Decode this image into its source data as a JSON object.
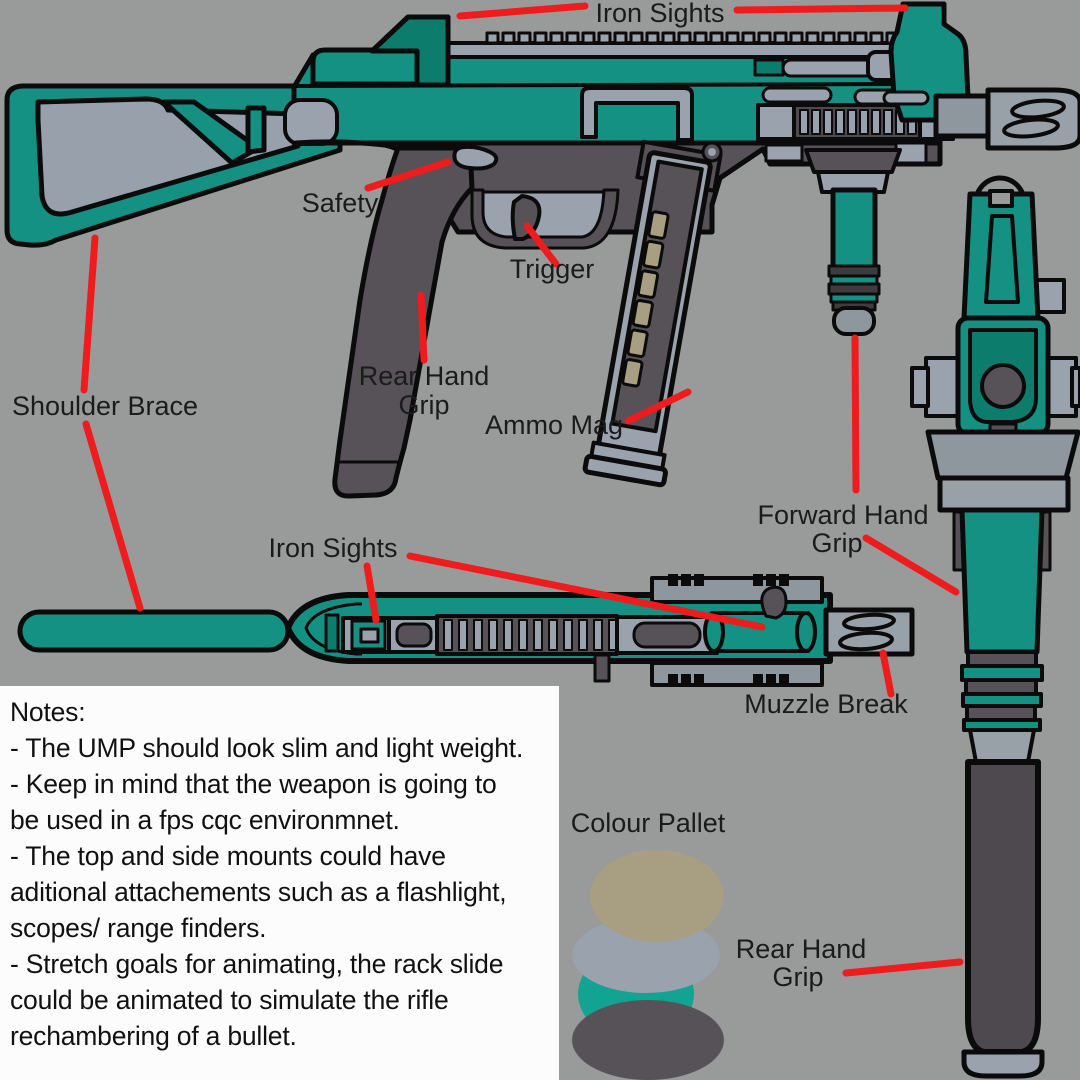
{
  "annotations": {
    "iron_sights_top": "Iron Sights",
    "safety": "Safety",
    "trigger": "Trigger",
    "rear_hand_grip_side": [
      "Rear Hand",
      "Grip"
    ],
    "ammo_mag": "Ammo Mag",
    "shoulder_brace": "Shoulder Brace",
    "iron_sights_top_view": "Iron Sights",
    "forward_hand_grip": [
      "Forward Hand",
      "Grip"
    ],
    "muzzle_break": "Muzzle Break",
    "rear_hand_grip_front": [
      "Rear Hand",
      "Grip"
    ],
    "colour_pallet": "Colour Pallet"
  },
  "notes": {
    "heading": "Notes:",
    "lines": [
      "- The UMP should look slim and light weight.",
      "- Keep in mind that the weapon is going to",
      "be used in a fps cqc environmnet.",
      "- The top and side mounts could have",
      "aditional attachements such as a flashlight,",
      "scopes/ range finders.",
      "- Stretch goals for animating, the rack slide",
      "could be animated to simulate the rifle",
      "rechambering of a bullet."
    ]
  },
  "palette": {
    "swatches": [
      {
        "name": "tan",
        "color": "#a89e82"
      },
      {
        "name": "steel-gray",
        "color": "#9aa2ae"
      },
      {
        "name": "teal",
        "color": "#13a392"
      },
      {
        "name": "dark-gray",
        "color": "#565257"
      }
    ]
  },
  "colors": {
    "background": "#999a9a",
    "weapon_teal": "#149183",
    "weapon_teal_dark": "#0c7c6c",
    "fitting_gray": "#9aa2ae",
    "steel_gray": "#8e969e",
    "receiver_dark": "#565257",
    "grip_dark": "#4d494e",
    "mag_window_tan": "#a89e82",
    "leader_line_red": "#ee1c1c",
    "outline_black": "#0b0b0b",
    "notes_background": "#fcfcfc"
  }
}
